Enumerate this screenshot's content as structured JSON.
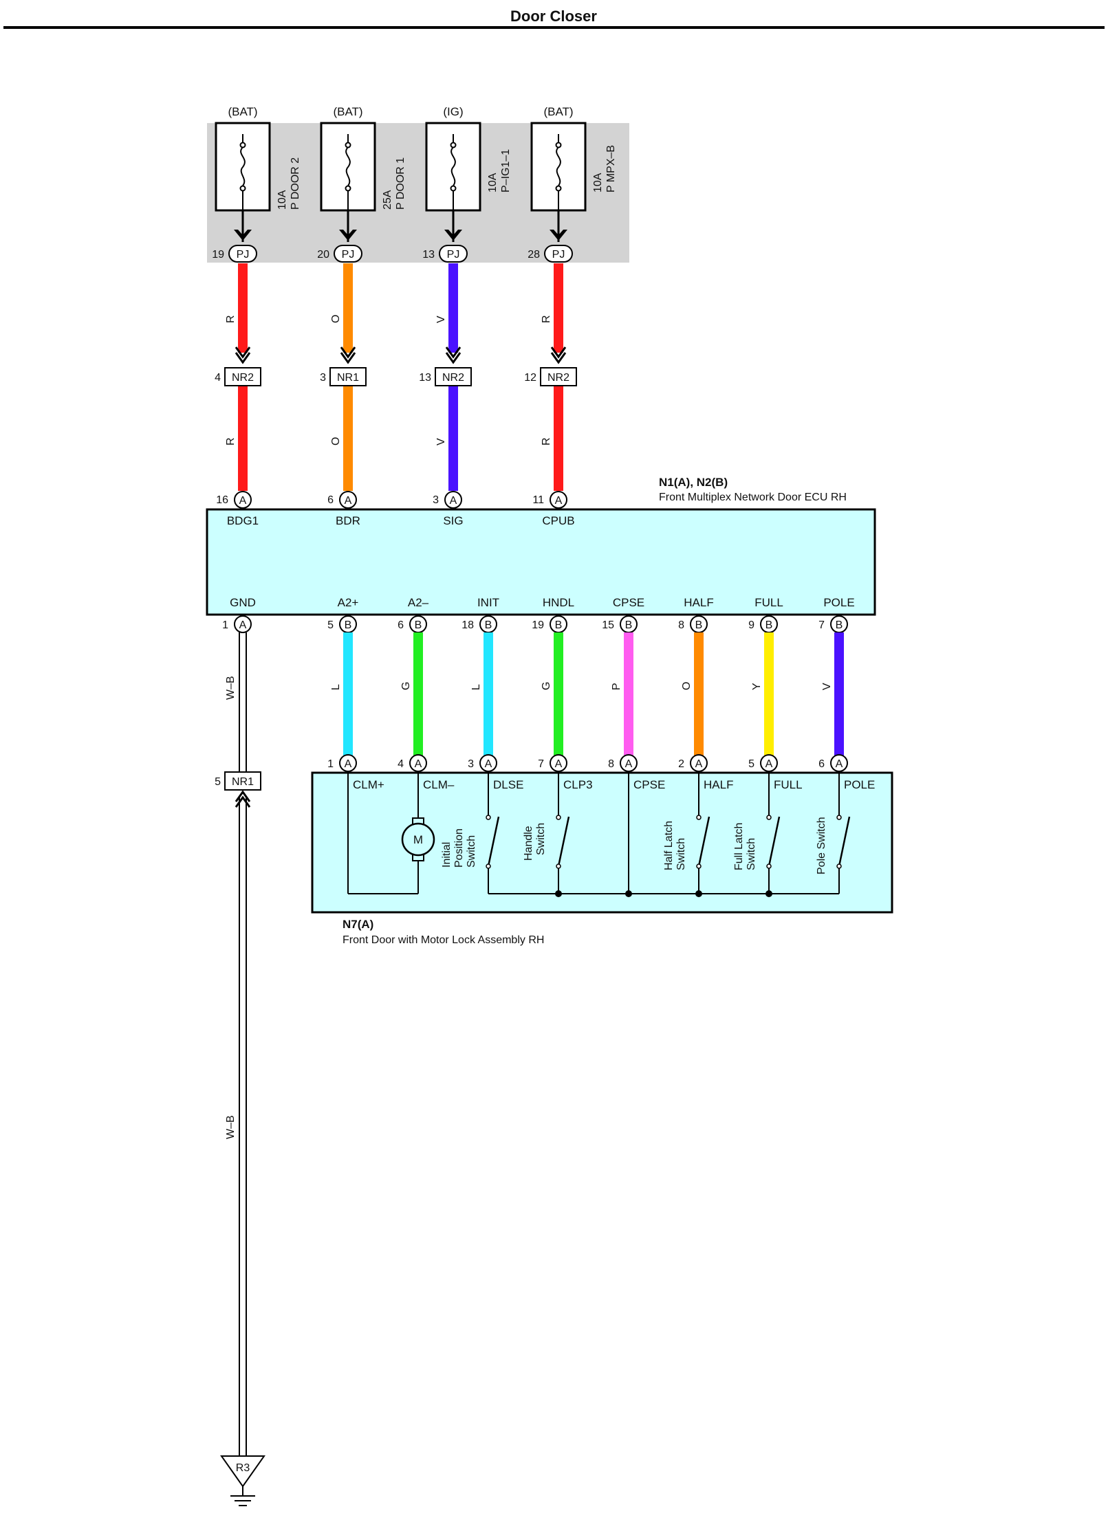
{
  "title": "Door Closer",
  "colors": {
    "R": "#ff1a1a",
    "O": "#ff8a00",
    "V": "#4a12ff",
    "L": "#22e6ff",
    "G": "#22ee22",
    "P": "#ff5cf0",
    "Y": "#ffee00",
    "ecu_fill": "#ccffff",
    "fuse_bg": "#d3d3d3"
  },
  "fuses": [
    {
      "source": "(BAT)",
      "amp": "10A",
      "name": "P DOOR 2",
      "pin": "19",
      "conn": "PJ",
      "wire": "R",
      "mid_pin": "4",
      "mid_conn": "NR2",
      "wire2": "R",
      "ecu_pin": "16",
      "ecu_conn": "A",
      "ecu_label": "BDG1"
    },
    {
      "source": "(BAT)",
      "amp": "25A",
      "name": "P DOOR 1",
      "pin": "20",
      "conn": "PJ",
      "wire": "O",
      "mid_pin": "3",
      "mid_conn": "NR1",
      "wire2": "O",
      "ecu_pin": "6",
      "ecu_conn": "A",
      "ecu_label": "BDR"
    },
    {
      "source": "(IG)",
      "amp": "10A",
      "name": "P–IG1–1",
      "pin": "13",
      "conn": "PJ",
      "wire": "V",
      "mid_pin": "13",
      "mid_conn": "NR2",
      "wire2": "V",
      "ecu_pin": "3",
      "ecu_conn": "A",
      "ecu_label": "SIG"
    },
    {
      "source": "(BAT)",
      "amp": "10A",
      "name": "P MPX–B",
      "pin": "28",
      "conn": "PJ",
      "wire": "R",
      "mid_pin": "12",
      "mid_conn": "NR2",
      "wire2": "R",
      "ecu_pin": "11",
      "ecu_conn": "A",
      "ecu_label": "CPUB"
    }
  ],
  "ecu": {
    "id": "N1(A), N2(B)",
    "name": "Front Multiplex Network Door ECU RH"
  },
  "ecu_bottom": [
    {
      "label": "GND",
      "pin": "1",
      "conn": "A",
      "wire": "W–B"
    },
    {
      "label": "A2+",
      "pin": "5",
      "conn": "B",
      "wire": "L",
      "lower_pin": "1",
      "lower_conn": "A",
      "lower_label": "CLM+"
    },
    {
      "label": "A2–",
      "pin": "6",
      "conn": "B",
      "wire": "G",
      "lower_pin": "4",
      "lower_conn": "A",
      "lower_label": "CLM–"
    },
    {
      "label": "INIT",
      "pin": "18",
      "conn": "B",
      "wire": "L",
      "lower_pin": "3",
      "lower_conn": "A",
      "lower_label": "DLSE"
    },
    {
      "label": "HNDL",
      "pin": "19",
      "conn": "B",
      "wire": "G",
      "lower_pin": "7",
      "lower_conn": "A",
      "lower_label": "CLP3"
    },
    {
      "label": "CPSE",
      "pin": "15",
      "conn": "B",
      "wire": "P",
      "lower_pin": "8",
      "lower_conn": "A",
      "lower_label": "CPSE"
    },
    {
      "label": "HALF",
      "pin": "8",
      "conn": "B",
      "wire": "O",
      "lower_pin": "2",
      "lower_conn": "A",
      "lower_label": "HALF"
    },
    {
      "label": "FULL",
      "pin": "9",
      "conn": "B",
      "wire": "Y",
      "lower_pin": "5",
      "lower_conn": "A",
      "lower_label": "FULL"
    },
    {
      "label": "POLE",
      "pin": "7",
      "conn": "B",
      "wire": "V",
      "lower_pin": "6",
      "lower_conn": "A",
      "lower_label": "POLE"
    }
  ],
  "ground": {
    "wire_upper": "W–B",
    "conn_pin": "5",
    "conn": "NR1",
    "wire_lower": "W–B",
    "point": "R3"
  },
  "lock": {
    "id": "N7(A)",
    "name": "Front Door with Motor Lock Assembly RH",
    "motor": "M",
    "switches": [
      [
        "Initial",
        "Position",
        "Switch"
      ],
      [
        "Handle",
        "Switch"
      ],
      [
        "Half Latch",
        "Switch"
      ],
      [
        "Full Latch",
        "Switch"
      ],
      [
        "Pole Switch"
      ]
    ]
  }
}
